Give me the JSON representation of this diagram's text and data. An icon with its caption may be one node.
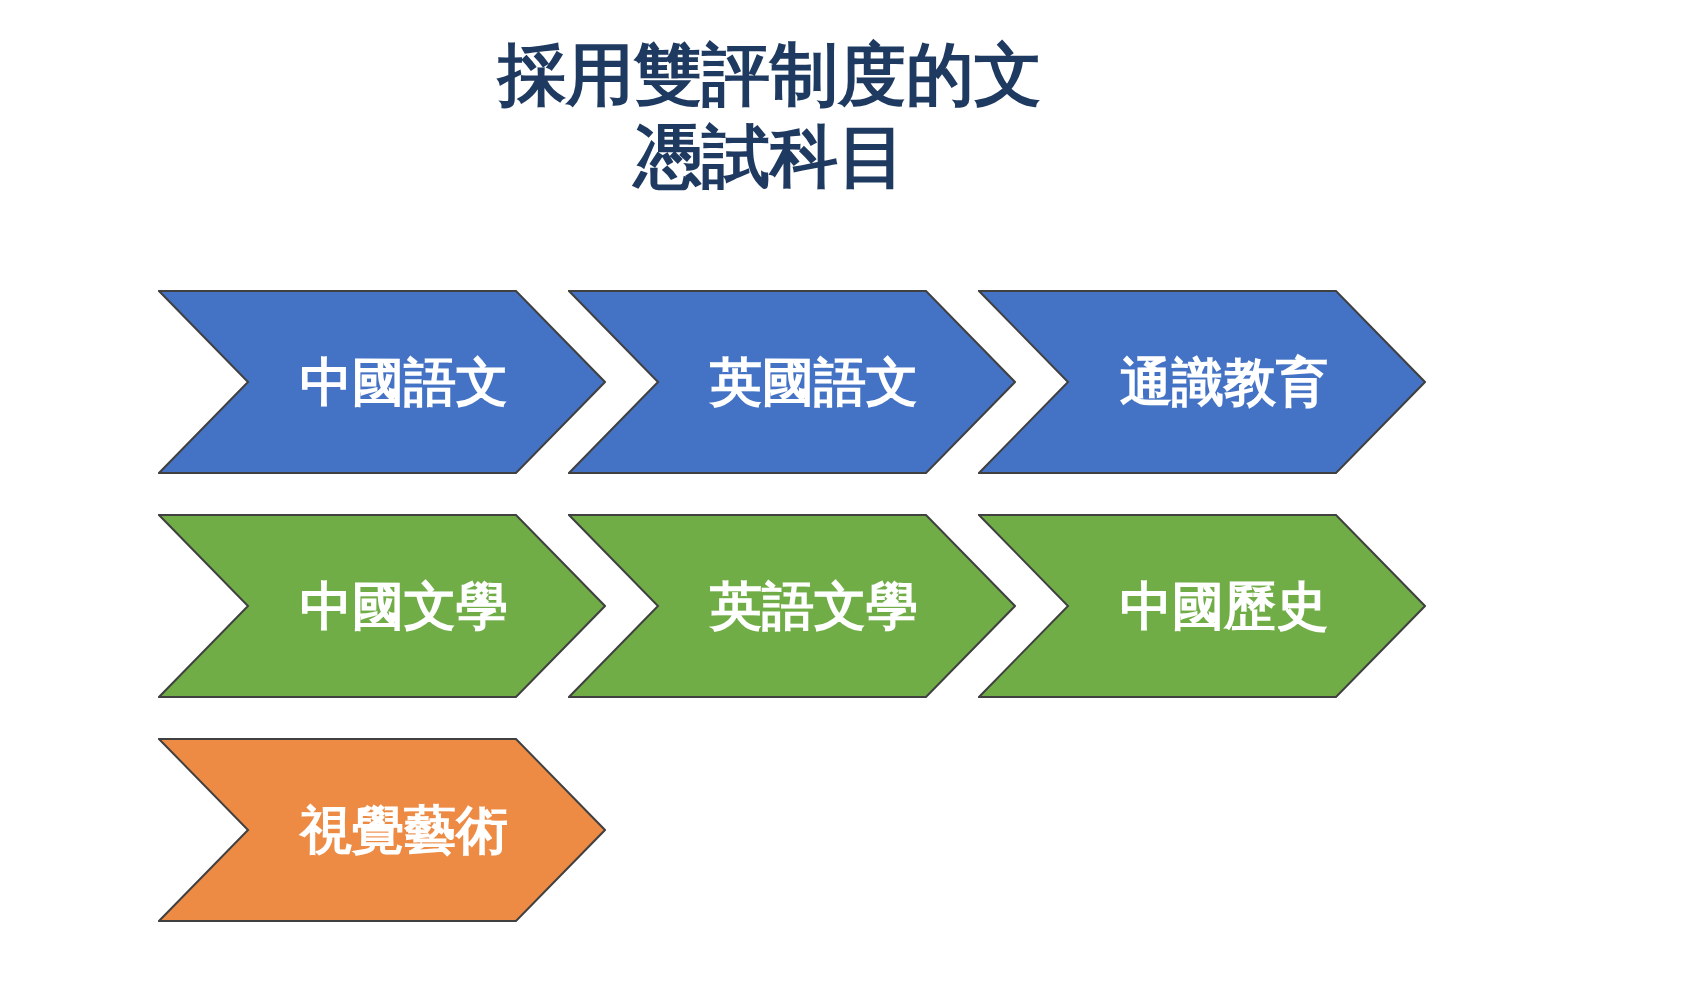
{
  "diagram": {
    "title": "採用雙評制度的文憑試科目",
    "nodes": [
      {
        "text": [
          "中國語文"
        ]
      },
      {
        "text": [
          "英國語文"
        ]
      },
      {
        "text": [
          "通識教育"
        ]
      },
      {
        "text": [
          "中國文學"
        ]
      },
      {
        "text": [
          "英語文學"
        ]
      },
      {
        "text": [
          "中國歷史"
        ]
      },
      {
        "text": [
          "視覺藝術"
        ]
      }
    ]
  }
}
